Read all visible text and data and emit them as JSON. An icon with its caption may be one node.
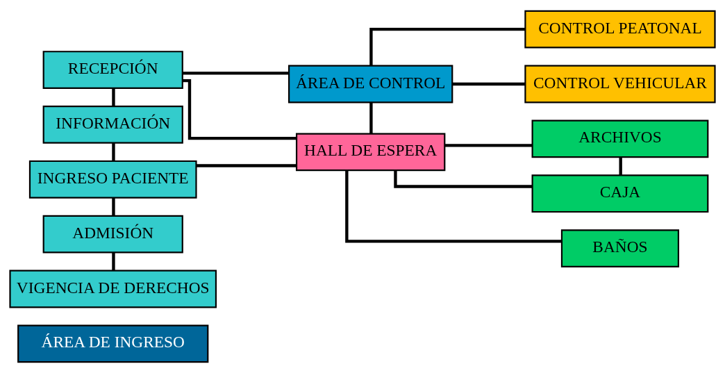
{
  "diagram": {
    "nodes": [
      {
        "text": [
          "ÁREA DE INGRESO"
        ]
      },
      {
        "text": [
          "ÁREA DE CONTROL"
        ]
      },
      {
        "text": [
          "CONTROL PEATONAL"
        ]
      },
      {
        "text": [
          "RECEPCIÓN"
        ]
      },
      {
        "text": [
          "HALL DE ESPERA"
        ]
      },
      {
        "text": [
          "CONTROL VEHICULAR"
        ]
      },
      {
        "text": [
          "INFORMACIÓN"
        ]
      },
      {
        "text": [
          "ARCHIVOS"
        ]
      },
      {
        "text": [
          "INGRESO PACIENTE"
        ]
      },
      {
        "text": [
          "CAJA"
        ]
      },
      {
        "text": [
          "ADMISIÓN"
        ]
      },
      {
        "text": [
          "BAÑOS"
        ]
      },
      {
        "text": [
          "VIGENCIA DE DERECHOS"
        ]
      }
    ],
    "edges": [
      {
        "from": 1,
        "to": 3,
        "arrow": "none"
      },
      {
        "from": 1,
        "to": 2,
        "arrow": "none"
      },
      {
        "from": 1,
        "to": 5,
        "arrow": "none"
      },
      {
        "from": 1,
        "to": 4,
        "arrow": "none"
      },
      {
        "from": 3,
        "to": 4,
        "arrow": "none"
      },
      {
        "from": 3,
        "to": 6,
        "arrow": "none"
      },
      {
        "from": 6,
        "to": 8,
        "arrow": "none"
      },
      {
        "from": 8,
        "to": 10,
        "arrow": "none"
      },
      {
        "from": 10,
        "to": 12,
        "arrow": "none"
      },
      {
        "from": 8,
        "to": 4,
        "arrow": "none"
      },
      {
        "from": 4,
        "to": 7,
        "arrow": "none"
      },
      {
        "from": 4,
        "to": 9,
        "arrow": "none"
      },
      {
        "from": 4,
        "to": 11,
        "arrow": "none"
      },
      {
        "from": 7,
        "to": 9,
        "arrow": "none"
      }
    ]
  }
}
